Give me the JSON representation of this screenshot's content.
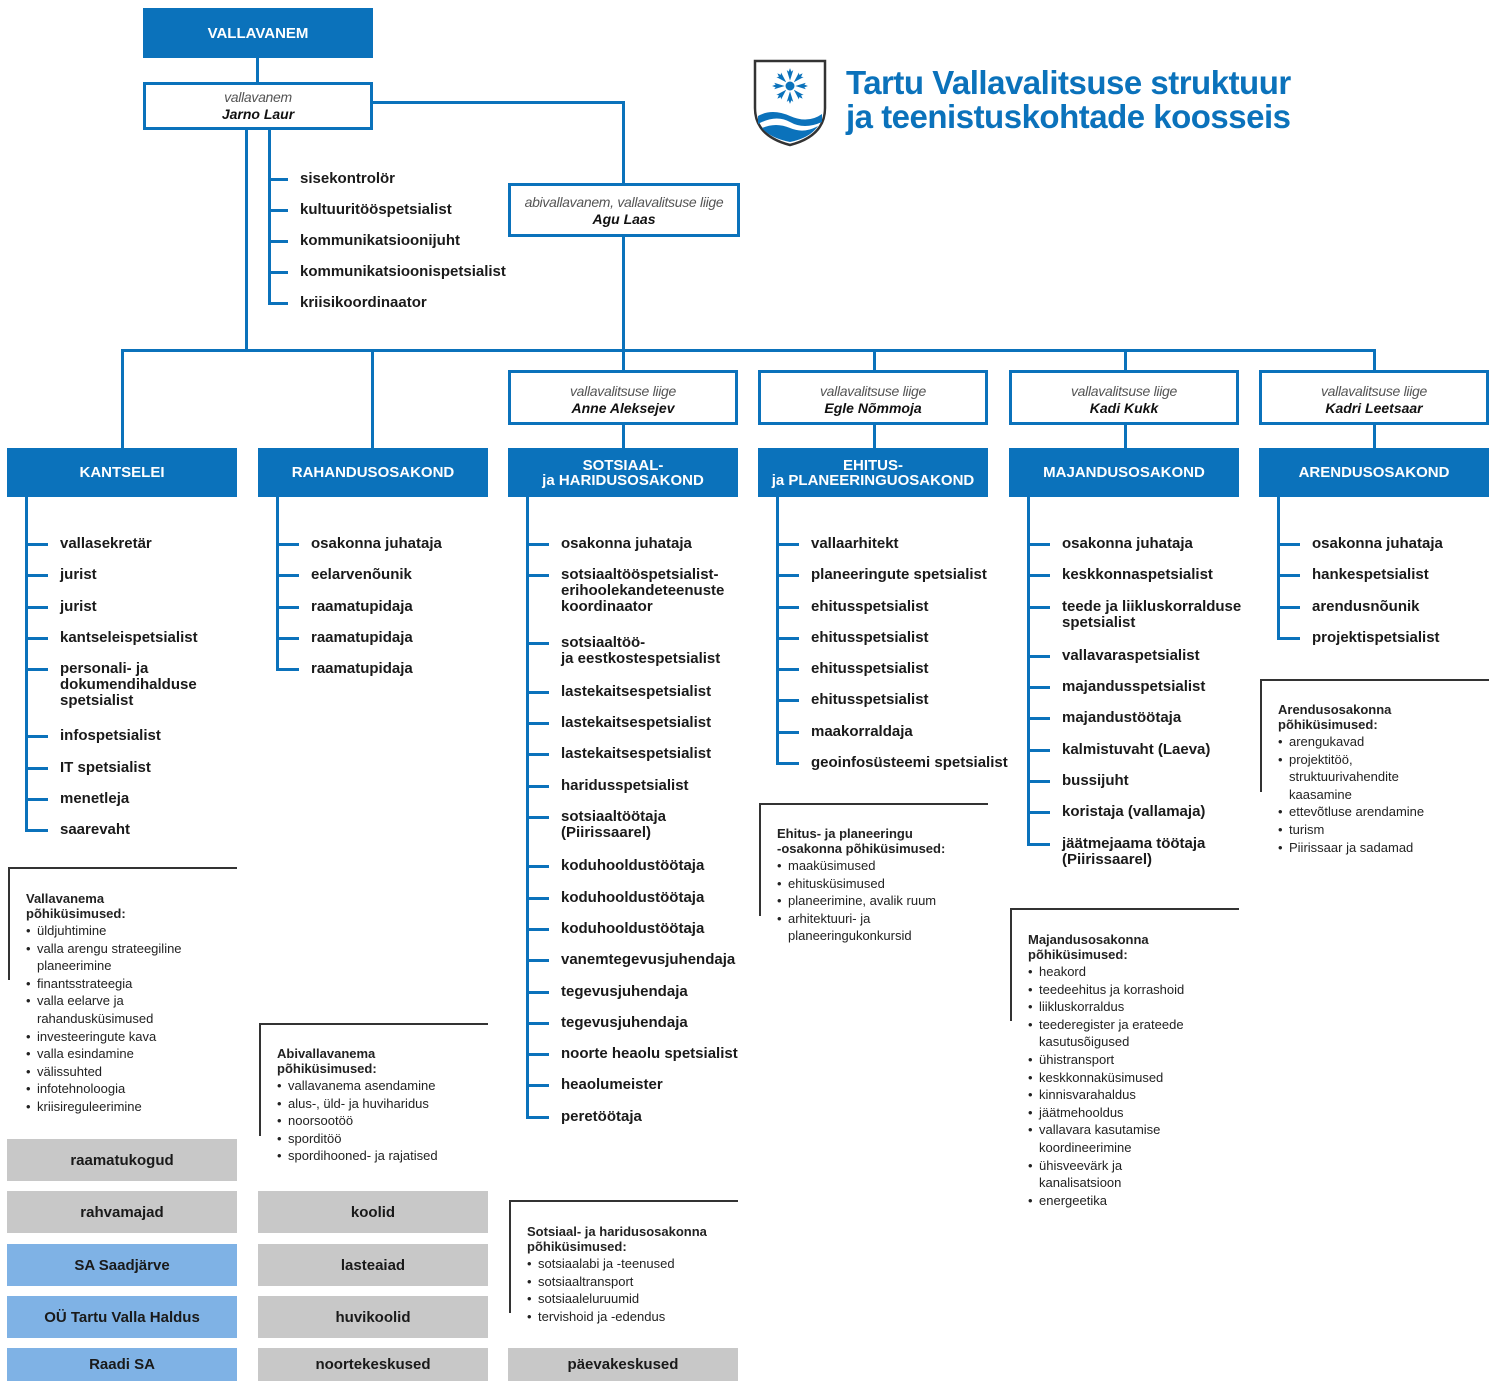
{
  "title": {
    "line1": "Tartu Vallavalitsuse struktuur",
    "line2": "ja teenistuskohtade koosseis"
  },
  "top": {
    "label": "VALLAVANEM",
    "role": "vallavanem",
    "name": "Jarno Laur",
    "staff": [
      "sisekontrolör",
      "kultuuritööspetsialist",
      "kommunikatsioonijuht",
      "kommunikatsioonispetsialist",
      "kriisikoordinaator"
    ]
  },
  "deputy": {
    "role": "abivallavanem, vallavalitsuse liige",
    "name": "Agu Laas"
  },
  "members": [
    {
      "role": "vallavalitsuse liige",
      "name": "Anne Aleksejev"
    },
    {
      "role": "vallavalitsuse liige",
      "name": "Egle Nõmmoja"
    },
    {
      "role": "vallavalitsuse liige",
      "name": "Kadi Kukk"
    },
    {
      "role": "vallavalitsuse liige",
      "name": "Kadri Leetsaar"
    }
  ],
  "departments": [
    {
      "name": "KANTSELEI",
      "items": [
        "vallasekretär",
        "jurist",
        "jurist",
        "kantseleispetsialist",
        "personali- ja\ndokumendihalduse\nspetsialist",
        "infospetsialist",
        "IT spetsialist",
        "menetleja",
        "saarevaht"
      ]
    },
    {
      "name": "RAHANDUSOSAKOND",
      "items": [
        "osakonna juhataja",
        "eelarvenõunik",
        "raamatupidaja",
        "raamatupidaja",
        "raamatupidaja"
      ]
    },
    {
      "name": "SOTSIAAL-\nja HARIDUSOSAKOND",
      "items": [
        "osakonna juhataja",
        "sotsiaaltööspetsialist-\nerihoolekandeteenuste\nkoordinaator",
        "sotsiaaltöö-\nja eestkostespetsialist",
        "lastekaitsespetsialist",
        "lastekaitsespetsialist",
        "lastekaitsespetsialist",
        "haridusspetsialist",
        "sotsiaaltöötaja\n(Piirissaarel)",
        "koduhooldustöötaja",
        "koduhooldustöötaja",
        "koduhooldustöötaja",
        "vanemtegevusjuhendaja",
        "tegevusjuhendaja",
        "tegevusjuhendaja",
        "noorte heaolu spetsialist",
        "heaolumeister",
        "peretöötaja"
      ]
    },
    {
      "name": "EHITUS-\nja PLANEERINGUOSAKOND",
      "items": [
        "vallaarhitekt",
        "planeeringute spetsialist",
        "ehitusspetsialist",
        "ehitusspetsialist",
        "ehitusspetsialist",
        "ehitusspetsialist",
        "maakorraldaja",
        "geoinfosüsteemi spetsialist"
      ]
    },
    {
      "name": "MAJANDUSOSAKOND",
      "items": [
        "osakonna juhataja",
        "keskkonnaspetsialist",
        "teede ja liikluskorralduse\nspetsialist",
        "vallavaraspetsialist",
        "majandusspetsialist",
        "majandustöötaja",
        "kalmistuvaht (Laeva)",
        "bussijuht",
        "koristaja (vallamaja)",
        "jäätmejaama töötaja\n(Piirissaarel)"
      ]
    },
    {
      "name": "ARENDUSOSAKOND",
      "items": [
        "osakonna juhataja",
        "hankespetsialist",
        "arendusnõunik",
        "projektispetsialist"
      ]
    }
  ],
  "info_boxes": [
    {
      "title": "Vallavanema\npõhiküsimused:",
      "items": [
        "üldjuhtimine",
        "valla arengu strateegiline\nplaneerimine",
        "finantsstrateegia",
        "valla eelarve ja\nrahandusküsimused",
        "investeeringute kava",
        "valla esindamine",
        "välissuhted",
        "infotehnoloogia",
        "kriisireguleerimine"
      ]
    },
    {
      "title": "Abivallavanema\npõhiküsimused:",
      "items": [
        "vallavanema asendamine",
        "alus-, üld- ja huviharidus",
        "noorsootöö",
        "sporditöö",
        "spordihooned- ja rajatised"
      ]
    },
    {
      "title": "Sotsiaal- ja haridusosakonna\npõhiküsimused:",
      "items": [
        "sotsiaalabi ja -teenused",
        "sotsiaaltransport",
        "sotsiaaleluruumid",
        "tervishoid ja -edendus"
      ]
    },
    {
      "title": "Ehitus- ja planeeringu\n-osakonna põhiküsimused:",
      "items": [
        "maaküsimused",
        "ehitusküsimused",
        "planeerimine, avalik ruum",
        "arhitektuuri- ja\nplaneeringukonkursid"
      ]
    },
    {
      "title": "Majandusosakonna\npõhiküsimused:",
      "items": [
        "heakord",
        "teedeehitus ja korrashoid",
        "liikluskorraldus",
        "teederegister ja erateede\nkasutusõigused",
        "ühistransport",
        "keskkonnaküsimused",
        "kinnisvarahaldus",
        "jäätmehooldus",
        "vallavara kasutamise\nkoordineerimine",
        "ühisveevärk ja\nkanalisatsioon",
        "energeetika"
      ]
    },
    {
      "title": "Arendusosakonna\npõhiküsimused:",
      "items": [
        "arengukavad",
        "projektitöö,\nstruktuurivahendite\nkaasamine",
        "ettevõtluse arendamine",
        "turism",
        "Piirissaar ja sadamad"
      ]
    }
  ],
  "entities": {
    "col1": [
      "raamatukogud",
      "rahvamajad",
      "SA Saadjärve",
      "OÜ Tartu Valla Haldus",
      "Raadi SA"
    ],
    "col2": [
      "koolid",
      "lasteaiad",
      "huvikoolid",
      "noortekeskused"
    ],
    "col3": [
      "päevakeskused"
    ]
  },
  "colors": {
    "accent": "#0b72bb",
    "grey": "#c8c8c8",
    "light_blue": "#7fb2e5"
  },
  "icons": [
    "cornflower-coat-of-arms-icon"
  ]
}
